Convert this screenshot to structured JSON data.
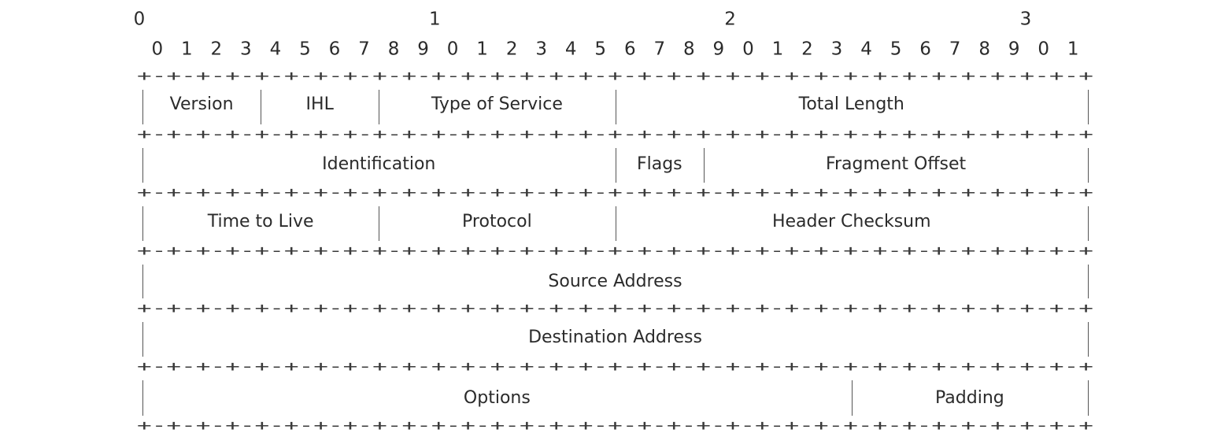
{
  "header": {
    "tens": [
      "0",
      "1",
      "2",
      "3"
    ],
    "ones": [
      "0",
      "1",
      "2",
      "3",
      "4",
      "5",
      "6",
      "7",
      "8",
      "9",
      "0",
      "1",
      "2",
      "3",
      "4",
      "5",
      "6",
      "7",
      "8",
      "9",
      "0",
      "1",
      "2",
      "3",
      "4",
      "5",
      "6",
      "7",
      "8",
      "9",
      "0",
      "1"
    ]
  },
  "separator": "+-+-+-+-+-+-+-+-+-+-+-+-+-+-+-+-+-+-+-+-+-+-+-+-+-+-+-+-+-+-+-+-+",
  "rows": [
    {
      "fields": [
        {
          "name": "version",
          "label": "Version",
          "start": 0,
          "end": 3
        },
        {
          "name": "ihl",
          "label": "IHL",
          "start": 4,
          "end": 7
        },
        {
          "name": "type-of-service",
          "label": "Type of Service",
          "start": 8,
          "end": 15
        },
        {
          "name": "total-length",
          "label": "Total Length",
          "start": 16,
          "end": 31
        }
      ]
    },
    {
      "fields": [
        {
          "name": "identification",
          "label": "Identification",
          "start": 0,
          "end": 15
        },
        {
          "name": "flags",
          "label": "Flags",
          "start": 16,
          "end": 18
        },
        {
          "name": "fragment-offset",
          "label": "Fragment Offset",
          "start": 19,
          "end": 31
        }
      ]
    },
    {
      "fields": [
        {
          "name": "time-to-live",
          "label": "Time to Live",
          "start": 0,
          "end": 7
        },
        {
          "name": "protocol",
          "label": "Protocol",
          "start": 8,
          "end": 15
        },
        {
          "name": "header-checksum",
          "label": "Header Checksum",
          "start": 16,
          "end": 31
        }
      ]
    },
    {
      "fields": [
        {
          "name": "source-address",
          "label": "Source Address",
          "start": 0,
          "end": 31
        }
      ]
    },
    {
      "fields": [
        {
          "name": "destination-address",
          "label": "Destination Address",
          "start": 0,
          "end": 31
        }
      ]
    },
    {
      "fields": [
        {
          "name": "options",
          "label": "Options",
          "start": 0,
          "end": 23
        },
        {
          "name": "padding",
          "label": "Padding",
          "start": 24,
          "end": 31
        }
      ]
    }
  ]
}
